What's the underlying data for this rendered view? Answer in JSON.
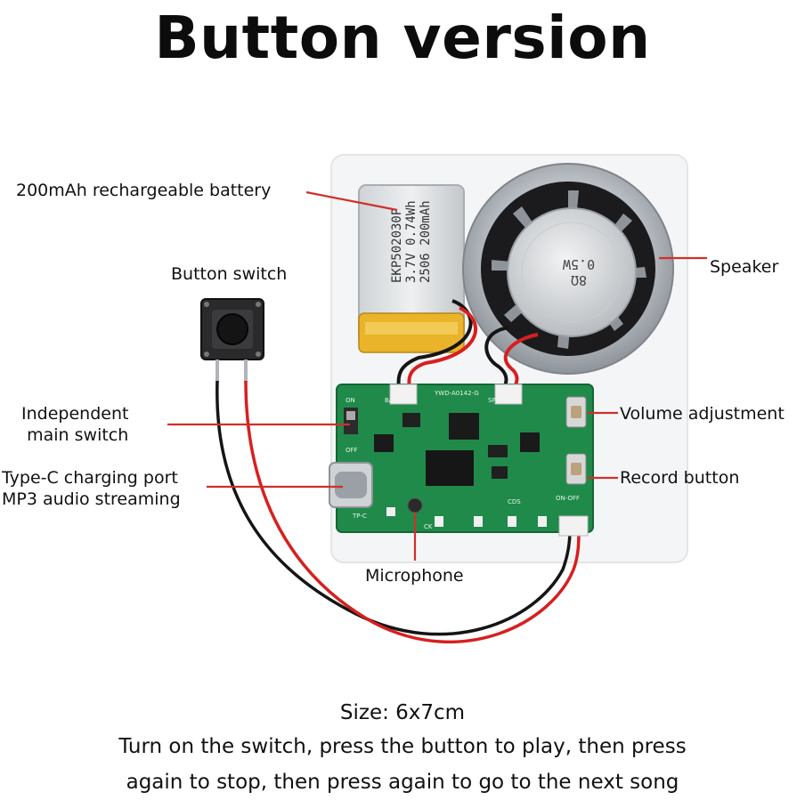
{
  "title": "Button version",
  "labels": {
    "battery": "200mAh rechargeable battery",
    "button_switch": "Button switch",
    "speaker": "Speaker",
    "independent_switch_line1": "Independent",
    "independent_switch_line2": "main switch",
    "typec_line1": "Type-C charging port",
    "typec_line2": "MP3 audio streaming",
    "volume": "Volume adjustment",
    "record": "Record button",
    "microphone": "Microphone"
  },
  "pcb_marks": {
    "battery_print_1": "EKP502030P",
    "battery_print_2": "3.7V 0.74Wh",
    "battery_print_3": "2506 200mAh",
    "speaker_print_1": "0.5W",
    "speaker_print_2": "8Ω",
    "board_id": "YWD-A0142-G",
    "on": "ON",
    "off": "OFF",
    "bat": "BAT",
    "spk": "SPK",
    "cds": "CDS",
    "tpc": "TP-C",
    "ck": "CK",
    "onoff": "ON-OFF"
  },
  "captions": {
    "size": "Size: 6x7cm",
    "line1": "Turn on the switch, press the button to play, then press",
    "line2": "again to stop, then press again to go to the next song"
  },
  "colors": {
    "pcb_green": "#1f8a4a",
    "pointer_red": "#d0302b",
    "wire_red": "#d81f1f",
    "battery_gold": "#e8b82a"
  }
}
